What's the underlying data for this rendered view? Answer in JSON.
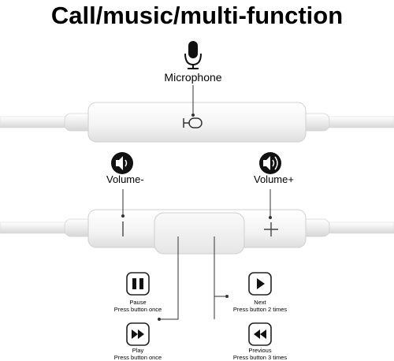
{
  "title": "Call/music/multi-function",
  "microphone": {
    "label": "Microphone",
    "icon": "microphone-icon"
  },
  "volume_down": {
    "label": "Volume-",
    "icon": "speaker-low-icon"
  },
  "volume_up": {
    "label": "Volume+",
    "icon": "speaker-high-icon"
  },
  "pause": {
    "label": "Pause",
    "desc": "Press button once",
    "icon": "pause-icon"
  },
  "play": {
    "label": "Play",
    "desc": "Press button once",
    "icon": "fast-forward-icon"
  },
  "next": {
    "label": "Next",
    "desc": "Press button 2 times",
    "icon": "play-icon"
  },
  "previous": {
    "label": "Previous",
    "desc": "Press button 3 times",
    "icon": "rewind-icon"
  },
  "colors": {
    "cable": "#eeeeee",
    "remote": "#f4f4f4",
    "icon": "#111111"
  }
}
